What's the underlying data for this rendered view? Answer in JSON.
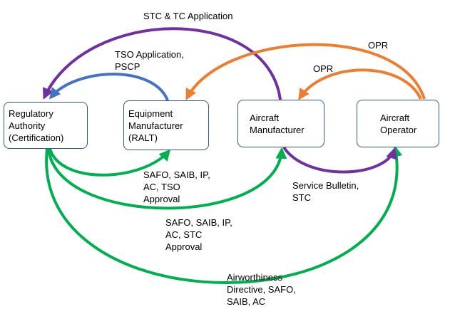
{
  "colors": {
    "node_border": "#2f5597",
    "purple": "#7030a0",
    "blue": "#4472c4",
    "orange": "#ed7d31",
    "green": "#00b050"
  },
  "nodes": {
    "regulator": [
      "Regulatory",
      "Authority",
      "(Certification)"
    ],
    "equipment": [
      "Equipment",
      "Manufacturer",
      "(RALT)"
    ],
    "aircraft_manufacturer": [
      "Aircraft",
      "Manufacturer"
    ],
    "aircraft_operator": [
      "Aircraft",
      "Operator"
    ]
  },
  "labels": {
    "stc_tc": [
      "STC & TC Application"
    ],
    "tso_app": [
      "TSO Application,",
      "PSCP"
    ],
    "opr_outer": [
      "OPR"
    ],
    "opr_inner": [
      "OPR"
    ],
    "safo_tso": [
      "SAFO, SAIB, IP,",
      "AC,  TSO",
      "Approval"
    ],
    "service_bulletin": [
      "Service Bulletin,",
      "STC"
    ],
    "safo_stc": [
      "SAFO, SAIB, IP,",
      "AC, STC",
      "Approval"
    ],
    "airworthiness": [
      "Airworthiness",
      "Directive, SAFO,",
      "SAIB, AC"
    ]
  }
}
